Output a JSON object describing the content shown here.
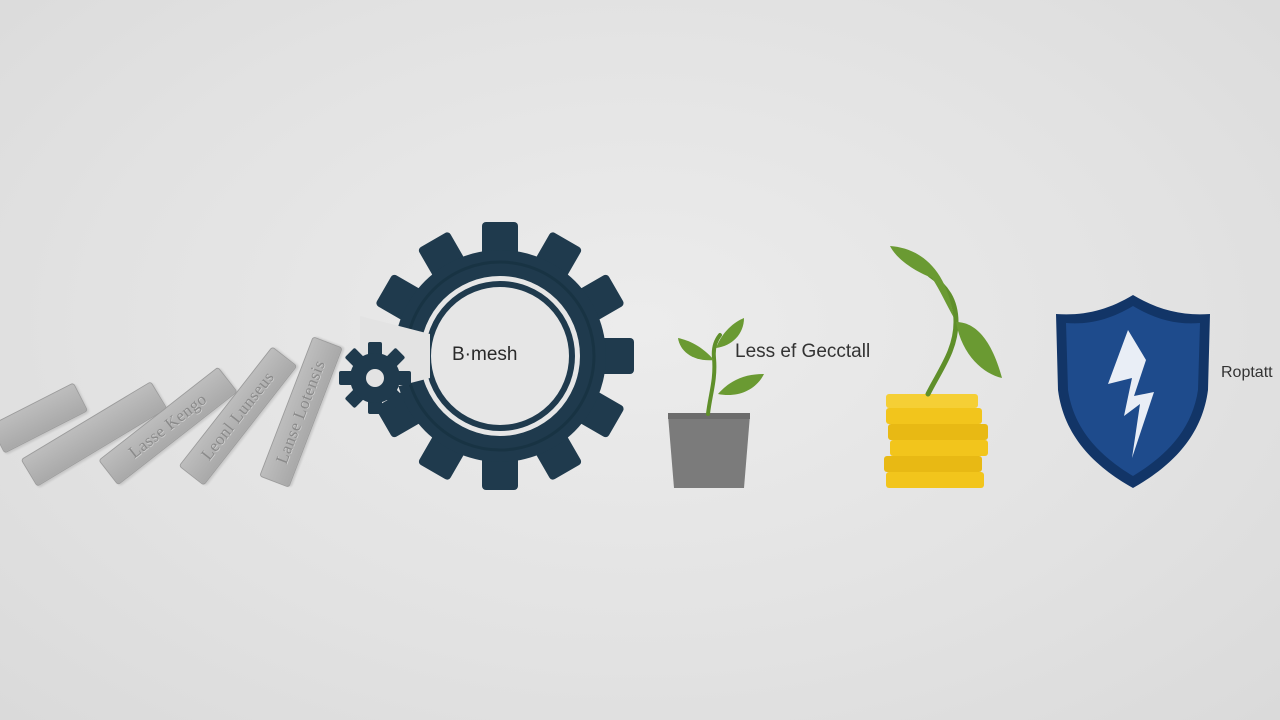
{
  "dominoes": {
    "labels": [
      "",
      "",
      "Lasse Kengo",
      "Leonl Lunseus",
      "Lanse Lotensis"
    ]
  },
  "gear": {
    "label": "B·mesh"
  },
  "growth": {
    "label": "Less ef Gecctall"
  },
  "shield": {
    "label": "Roptatt"
  },
  "colors": {
    "gear": "#1f3a4d",
    "plant_leaf": "#6a9a32",
    "pot": "#7b7b7b",
    "coin": "#f2c51c",
    "shield_fill": "#1e4b8c",
    "shield_edge": "#123567"
  },
  "icons": [
    "domino-block",
    "gear-icon",
    "small-gear-icon",
    "sprout-pot-icon",
    "coin-stack-plant-icon",
    "shield-lightning-icon"
  ]
}
